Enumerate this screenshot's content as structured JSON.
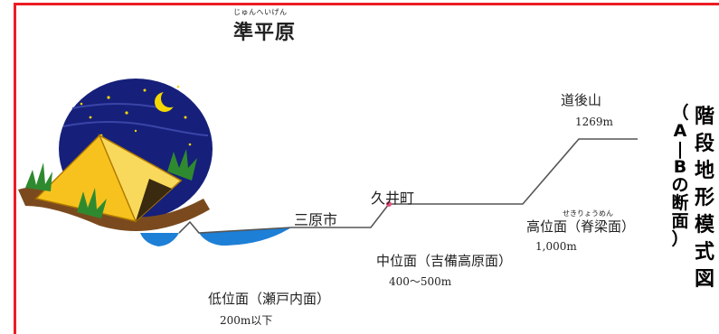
{
  "title": "準平原",
  "title_ruby": "じゅんへいげん",
  "heading_column1": [
    "（",
    "A",
    "|",
    "B",
    "の",
    "断",
    "面",
    "）"
  ],
  "heading_column2": [
    "階",
    "段",
    "地",
    "形",
    "模",
    "式",
    "図"
  ],
  "labels": {
    "dogo_name": "道後山",
    "dogo_height": "1269m",
    "kui": "久井町",
    "mihara": "三原市",
    "high_surface": "高位面（脊梁面）",
    "high_ruby": "せきりょうめん",
    "high_height": "1,000m",
    "mid_surface": "中位面（吉備高原面）",
    "mid_height": "400～500m",
    "low_surface": "低位面（瀬戸内面）",
    "low_height": "200m以下"
  },
  "colors": {
    "border": "#ec1c24",
    "sea": "#1e7fd6",
    "profile": "#555555",
    "night_sky": "#16207a",
    "moon": "#f5d800",
    "tent": "#f7c21e",
    "ground": "#7a4a1e",
    "grass": "#2f8a2f",
    "marker": "#e8507a"
  },
  "icons": {
    "illustration": "camping-tent-illustration"
  }
}
